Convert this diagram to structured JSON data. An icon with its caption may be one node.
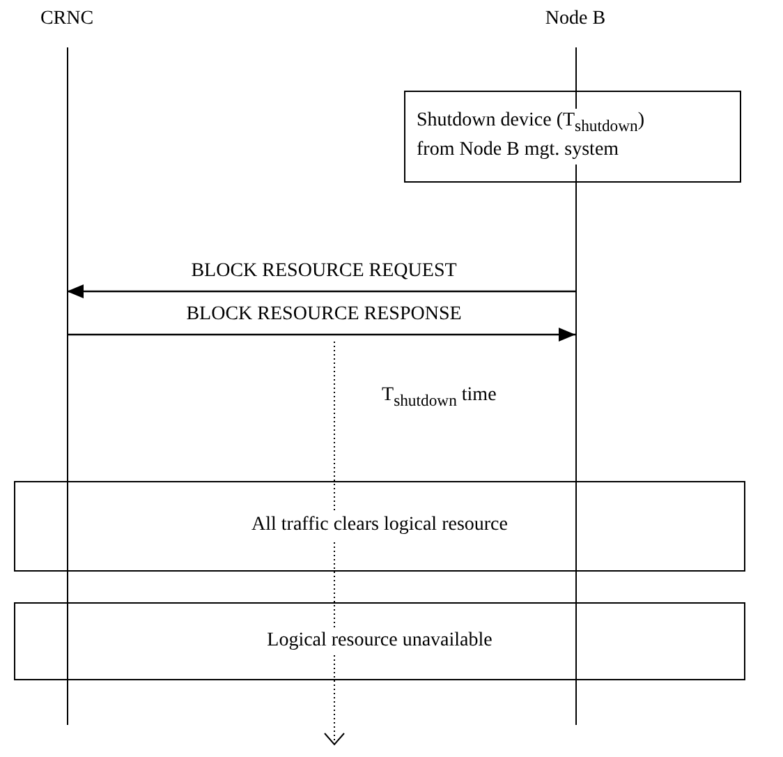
{
  "diagram": {
    "nodes": [
      {
        "text": [
          "CRNC"
        ]
      },
      {
        "text": [
          "Node B"
        ]
      },
      {
        "text": [
          "Shutdown device (T$_{shutdown}$) from Node B mgt. system"
        ]
      },
      {
        "text": [
          "All traffic clears logical resource"
        ]
      },
      {
        "text": [
          "Logical resource unavailable"
        ]
      }
    ],
    "edges": [
      {
        "from": 1,
        "to": 0,
        "arrow": "to",
        "label": "BLOCK RESOURCE REQUEST"
      },
      {
        "from": 0,
        "to": 1,
        "arrow": "to",
        "label": "BLOCK RESOURCE RESPONSE"
      }
    ],
    "labels": [
      "T$_{shutdown}$ time"
    ]
  }
}
